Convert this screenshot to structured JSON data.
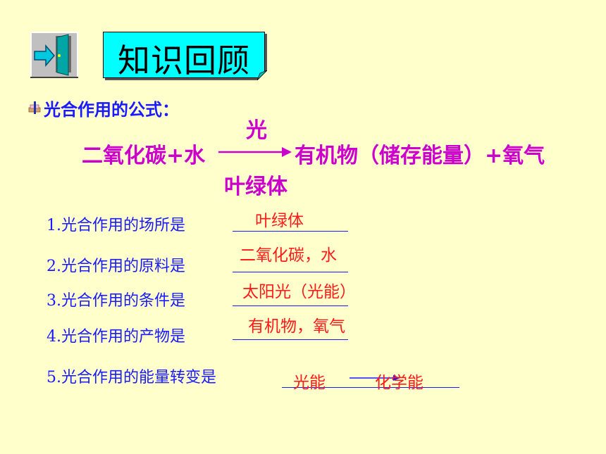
{
  "slide": {
    "title": "知识回顾",
    "heading": "光合作用的公式：",
    "equation": {
      "reactants": "二氧化碳+水",
      "products": "有机物（储存能量）+氧气",
      "condition_above": "光",
      "condition_below": "叶绿体"
    },
    "questions": [
      {
        "text": "1.光合作用的场所是",
        "answer": "叶绿体"
      },
      {
        "text": "2.光合作用的原料是",
        "answer": "二氧化碳，水"
      },
      {
        "text": "3.光合作用的条件是",
        "answer": "太阳光（光能）"
      },
      {
        "text": "4.光合作用的产物是",
        "answer": "有机物，氧气"
      },
      {
        "text": "5.光合作用的能量转变是",
        "answer_from": "光能",
        "answer_to": "化学能"
      }
    ]
  },
  "colors": {
    "background": "#ffffcc",
    "title_box": "#00ffff",
    "heading": "#1a1aff",
    "equation": "#cc00cc",
    "answer": "#ff1a1a"
  },
  "icons": [
    "door-exit-icon",
    "bullet-icon",
    "arrow-right-icon"
  ]
}
